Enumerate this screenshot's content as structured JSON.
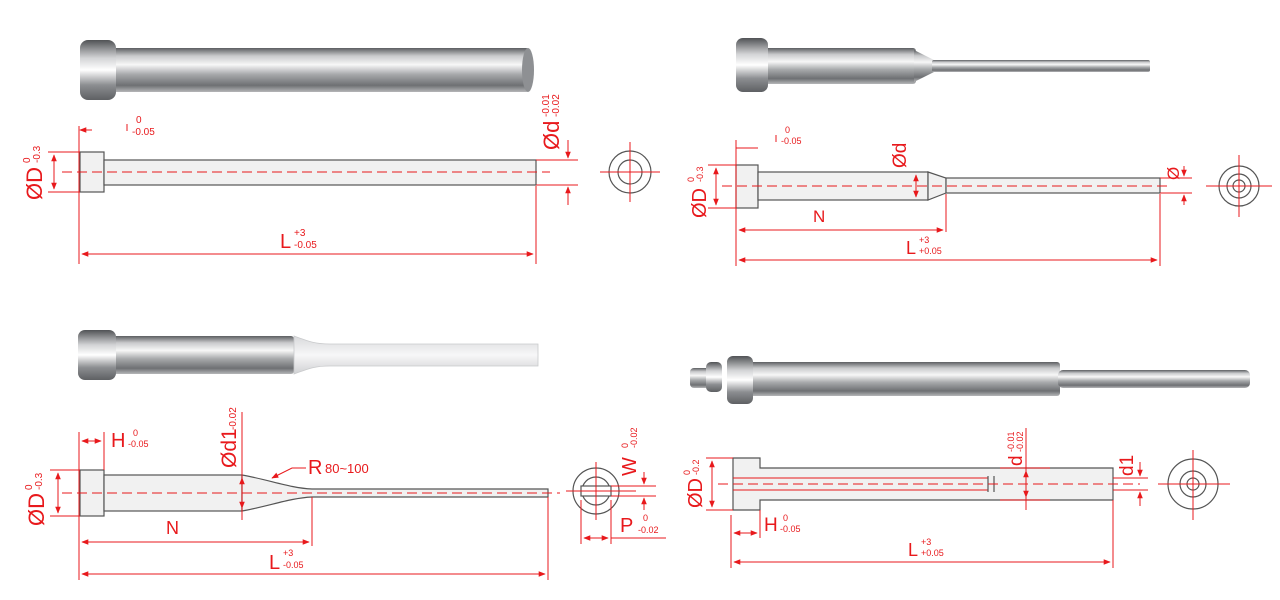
{
  "colors": {
    "dimension": "#e8191c",
    "outline": "#555555",
    "fill": "#f1f1f1",
    "steel_dark": "#6d6f72",
    "steel_light": "#f3f3f3"
  },
  "q1": {
    "d_tol_top": "-0.01",
    "d_tol_bot": "-0.02",
    "H_tol_top": "0",
    "H_tol_bot": "-0.05",
    "D_tol_top": "0",
    "D_tol_bot": "-0.3",
    "L_tol_top": "+3",
    "L_tol_bot": "-0.05"
  },
  "q2": {
    "H_tol_top": "0",
    "H_tol_bot": "-0.05",
    "D_tol_top": "0",
    "D_tol_bot": "-0.3",
    "L_tol_top": "+3",
    "L_tol_bot": "+0.05"
  },
  "q3": {
    "H_tol_top": "0",
    "H_tol_bot": "-0.05",
    "d1_tol": "-0.02",
    "R_value": "80~100",
    "W_tol_top": "0",
    "W_tol_bot": "-0.02",
    "D_tol_top": "0",
    "D_tol_bot": "-0.3",
    "P_tol_top": "0",
    "P_tol_bot": "-0.02",
    "L_tol_top": "+3",
    "L_tol_bot": "-0.05"
  },
  "q4": {
    "d_tol_top": "-0.01",
    "d_tol_bot": "-0.02",
    "D_tol_top": "0",
    "D_tol_bot": "-0.2",
    "H_tol_top": "0",
    "H_tol_bot": "-0.05",
    "L_tol_top": "+3",
    "L_tol_bot": "+0.05"
  }
}
